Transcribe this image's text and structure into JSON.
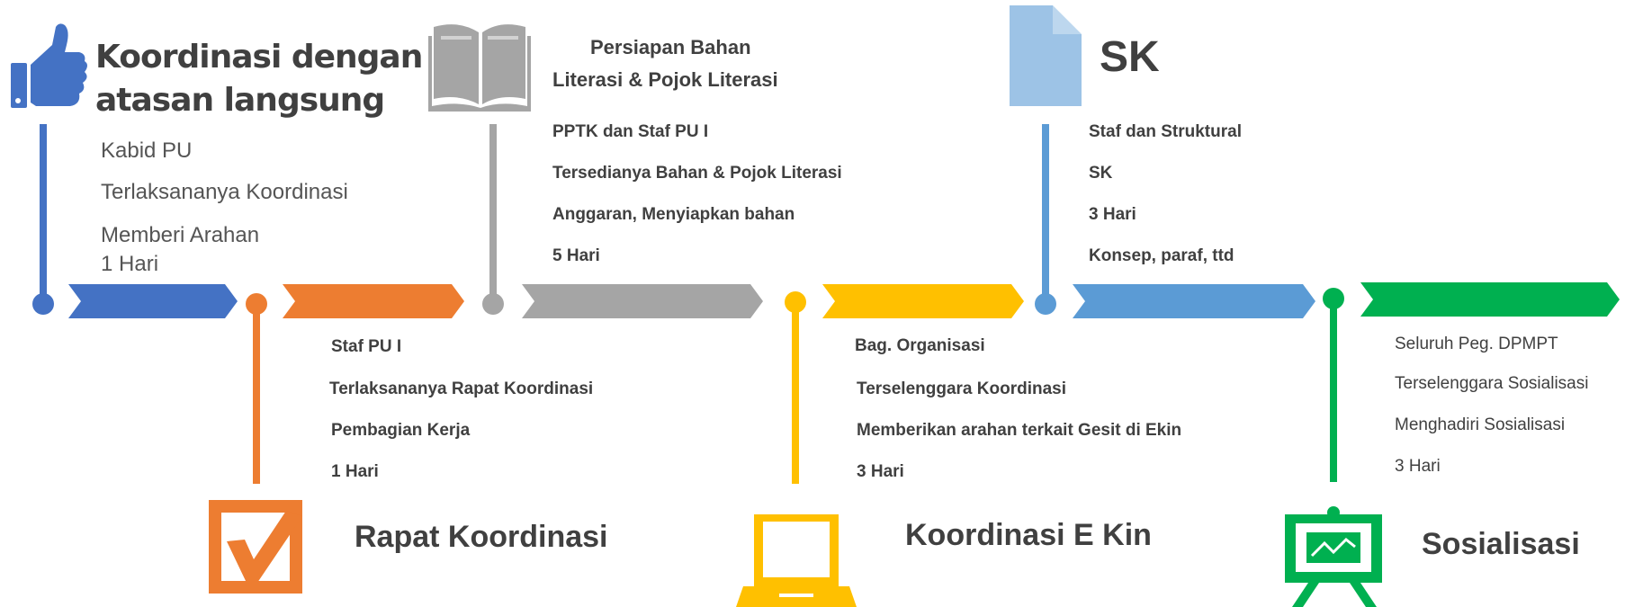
{
  "colors": {
    "blue": "#4472c4",
    "orange": "#ed7d31",
    "gray": "#a5a5a5",
    "yellow": "#ffc000",
    "lightblue": "#5b9bd5",
    "green": "#00b050",
    "docblue": "#9dc3e6"
  },
  "icons": [
    "thumbs-up-icon",
    "checkbox-icon",
    "book-icon",
    "laptop-icon",
    "document-icon",
    "presentation-board-icon"
  ],
  "step1": {
    "title_line1": "Koordinasi dengan",
    "title_line2": "atasan langsung",
    "who": "Kabid PU",
    "output": "Terlaksananya Koordinasi",
    "activity": "Memberi Arahan",
    "duration": "1 Hari"
  },
  "step2": {
    "label": "Rapat Koordinasi",
    "who": "Staf PU I",
    "output": "Terlaksananya Rapat Koordinasi",
    "activity": "Pembagian Kerja",
    "duration": "1 Hari"
  },
  "step3": {
    "title_line1": "Persiapan Bahan",
    "title_line2": "Literasi & Pojok Literasi",
    "who": "PPTK dan Staf PU I",
    "output": "Tersedianya Bahan & Pojok Literasi",
    "activity": "Anggaran, Menyiapkan bahan",
    "duration": "5 Hari"
  },
  "step4": {
    "label": "Koordinasi E Kin",
    "who": "Bag. Organisasi",
    "output": "Terselenggara Koordinasi",
    "activity": "Memberikan arahan terkait Gesit di Ekin",
    "duration": "3 Hari"
  },
  "step5": {
    "title": "SK",
    "who": "Staf dan Struktural",
    "output": "SK",
    "duration": "3 Hari",
    "activity": "Konsep, paraf, ttd"
  },
  "step6": {
    "label": "Sosialisasi",
    "who": "Seluruh Peg. DPMPT",
    "output": "Terselenggara Sosialisasi",
    "activity": "Menghadiri Sosialisasi",
    "duration": "3 Hari"
  }
}
